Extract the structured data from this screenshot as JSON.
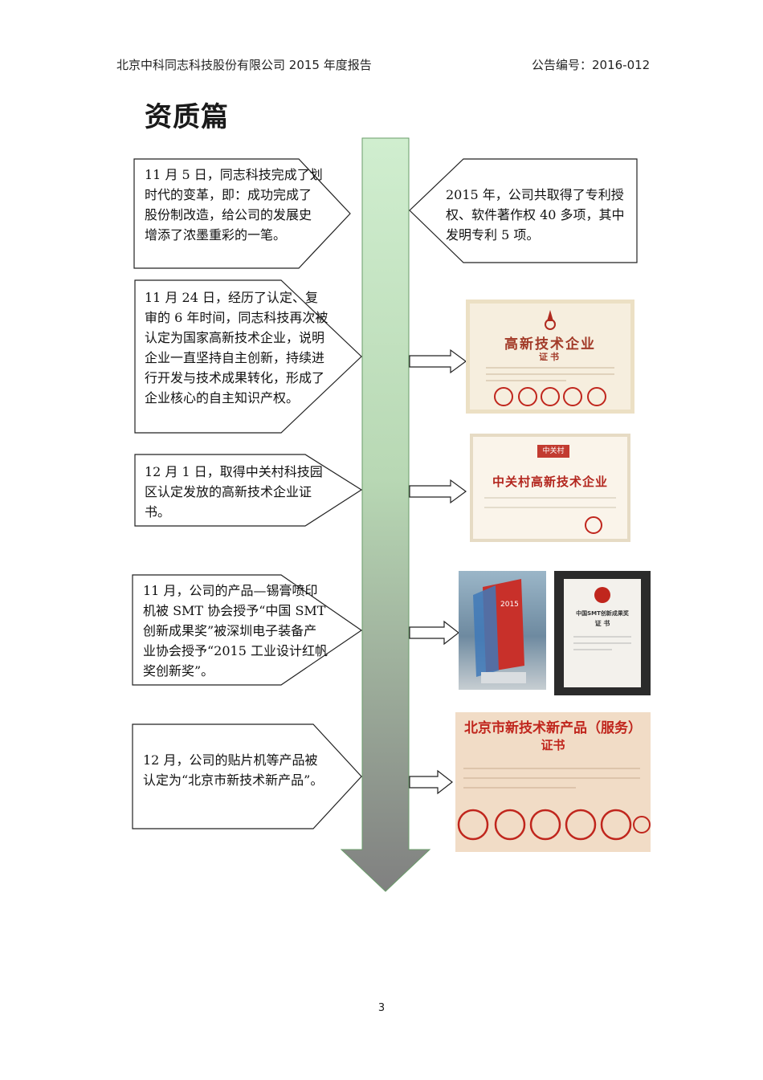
{
  "header": {
    "left": "北京中科同志科技股份有限公司 2015 年度报告",
    "right": "公告编号：2016-012"
  },
  "page_title": "资质篇",
  "timeline": {
    "events": [
      {
        "text": "11 月 5 日，同志科技完成了划时代的变革，即：成功完成了股份制改造，给公司的发展史增添了浓墨重彩的一笔。"
      },
      {
        "text": "2015 年，公司共取得了专利授权、软件著作权 40 多项，其中发明专利 5 项。"
      },
      {
        "text": "11 月 24 日，经历了认定、复审的 6 年时间，同志科技再次被认定为国家高新技术企业，说明企业一直坚持自主创新，持续进行开发与技术成果转化，形成了企业核心的自主知识产权。"
      },
      {
        "text": "12 月 1 日，取得中关村科技园区认定发放的高新技术企业证书。"
      },
      {
        "text": "11 月，公司的产品—锡膏喷印机被 SMT 协会授予“中国 SMT 创新成果奖”被深圳电子装备产业协会授予“2015 工业设计红帆奖创新奖”。"
      },
      {
        "text": "12 月，公司的贴片机等产品被认定为“北京市新技术新产品”。"
      }
    ]
  },
  "certificates": {
    "high_tech": {
      "title": "高新技术企业",
      "subtitle": "证书"
    },
    "zgc": {
      "logo": "中关村",
      "title": "中关村高新技术企业"
    },
    "smt_trophy": {
      "label": "2015"
    },
    "smt_cert": {
      "title": "中国SMT创新成果奖",
      "subtitle": "证 书"
    },
    "beijing": {
      "title": "北京市新技术新产品（服务）",
      "subtitle": "证书"
    }
  },
  "colors": {
    "timeline_top": "#cdeccc",
    "timeline_bottom": "#8a8a8a",
    "seal_red": "#c0261d"
  },
  "page_number": "3"
}
